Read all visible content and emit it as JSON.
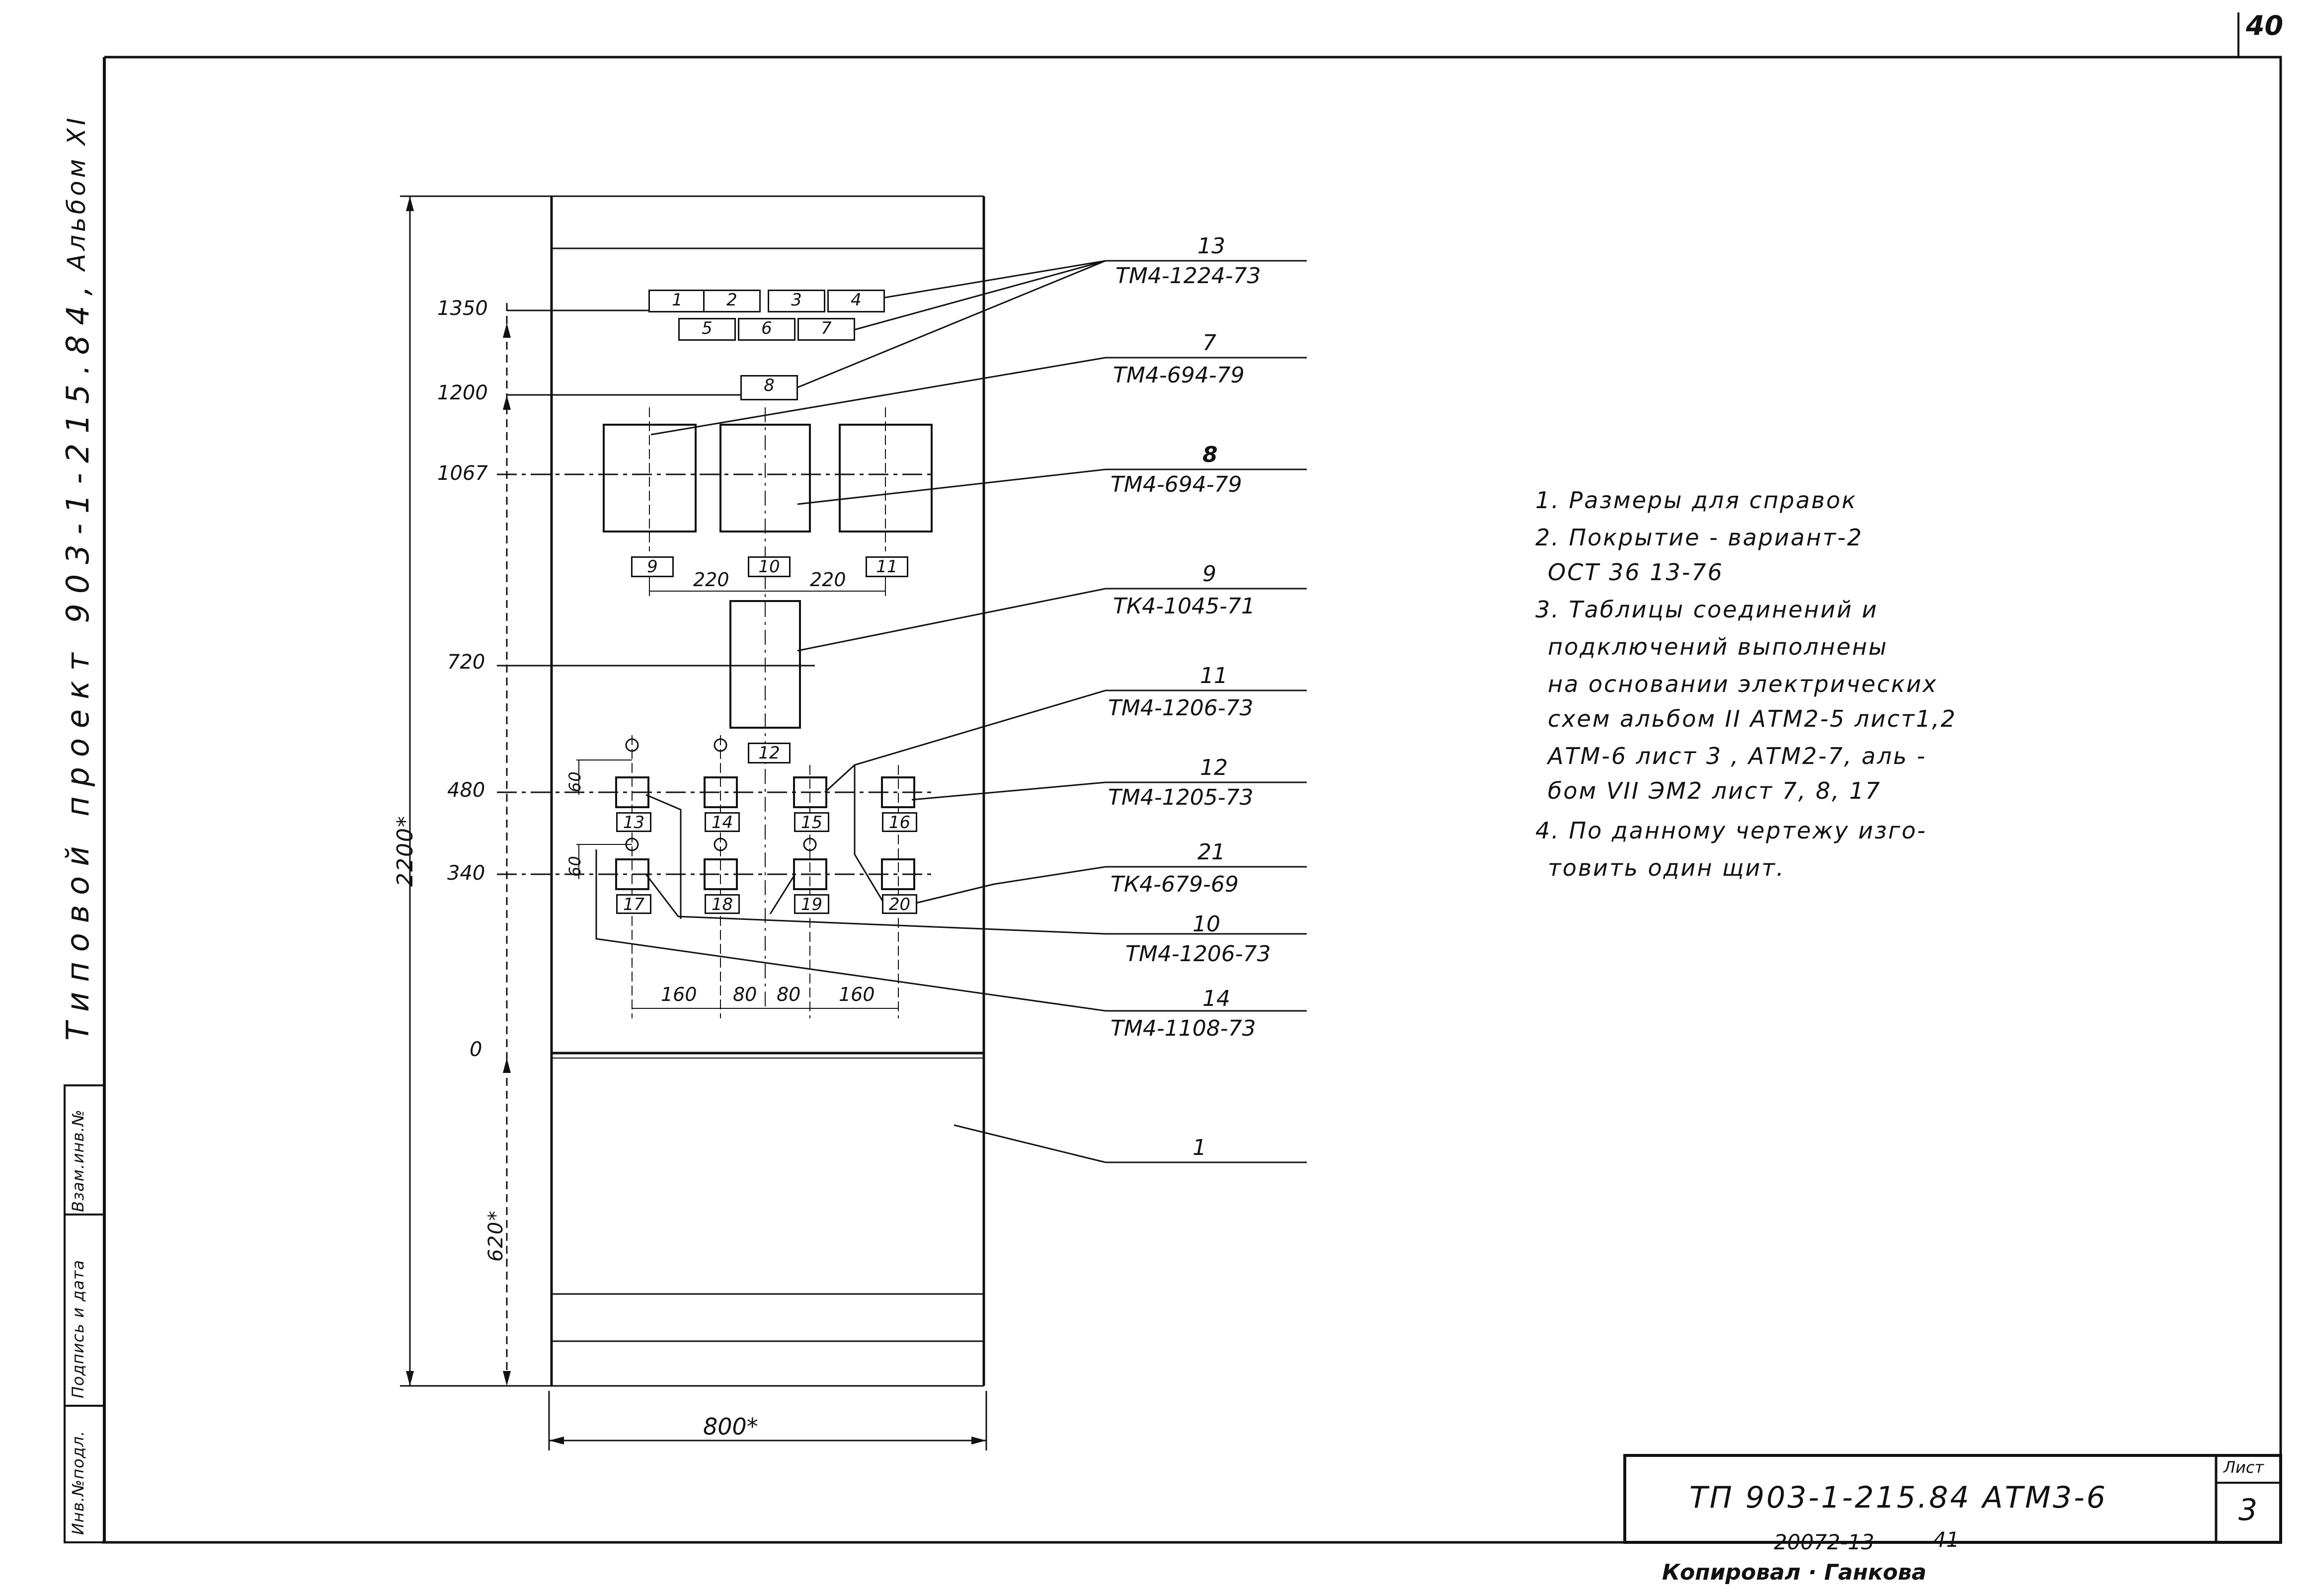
{
  "sheet": {
    "corner_number": "40",
    "album_label": "Альбом XI",
    "project_label": "Типовой проект 903-1-215.84,",
    "left_block_labels": [
      "Инв.№подл.",
      "Подпись и дата",
      "Взам.инв.№"
    ]
  },
  "heights": [
    "1350",
    "1200",
    "1067",
    "720",
    "480",
    "340",
    "0"
  ],
  "overall_height": "2200*",
  "bottom_height": "620*",
  "overall_width": "800*",
  "spacing_top": [
    "220",
    "220"
  ],
  "spacing_bottom": [
    "160",
    "80",
    "80",
    "160"
  ],
  "pitch_upper": "60",
  "pitch_lower": "60",
  "tag_labels": [
    "1",
    "2",
    "3",
    "4",
    "5",
    "6",
    "7",
    "8",
    "9",
    "10",
    "11",
    "12",
    "13",
    "14",
    "15",
    "16",
    "17",
    "18",
    "19",
    "20"
  ],
  "callouts": [
    {
      "item": "13",
      "code": "ТМ4-1224-73"
    },
    {
      "item": "7",
      "code": "ТМ4-694-79"
    },
    {
      "item": "8",
      "code": "ТМ4-694-79"
    },
    {
      "item": "9",
      "code": "ТК4-1045-71"
    },
    {
      "item": "11",
      "code": "ТМ4-1206-73"
    },
    {
      "item": "12",
      "code": "ТМ4-1205-73"
    },
    {
      "item": "21",
      "code": "ТК4-679-69"
    },
    {
      "item": "10",
      "code": "ТМ4-1206-73"
    },
    {
      "item": "14",
      "code": "ТМ4-1108-73"
    },
    {
      "item": "1",
      "code": ""
    }
  ],
  "notes": [
    "1. Размеры для справок",
    "2. Покрытие - вариант-2",
    "ОСТ 36 13-76",
    "3. Таблицы соединений и",
    "подключений выполнены",
    "на основании электрических",
    "схем альбом II АТМ2-5 лист1,2",
    "АТМ-6 лист 3 , АТМ2-7, аль -",
    "бом VII ЭМ2 лист 7, 8, 17",
    "4. По данному чертежу изго-",
    "товить один щит."
  ],
  "title_block": {
    "document_code": "ТП 903-1-215.84 АТМ3-6",
    "sheet_label": "Лист",
    "sheet_number": "3"
  },
  "footer": {
    "order_number": "20072-13",
    "page_ref": "41",
    "copied_by": "Копировал · Ганкова"
  }
}
